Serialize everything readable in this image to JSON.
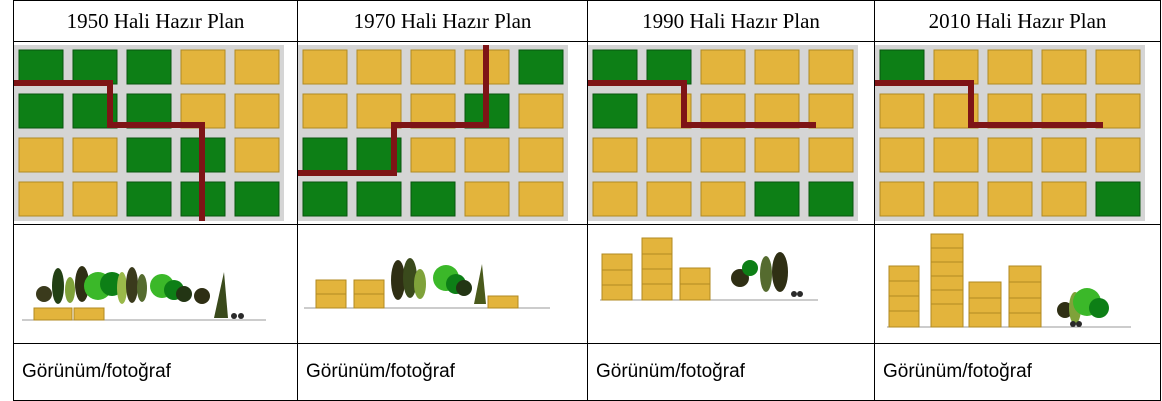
{
  "colors": {
    "built": "#e3b43c",
    "built_edge": "#b08a22",
    "green": "#0d7f16",
    "green_edge": "#07550d",
    "street": "#d5d5d5",
    "road": "#7e1416"
  },
  "panels": [
    {
      "title": "1950 Hali Hazır Plan",
      "caption": "Görünüm/fotoğraf",
      "grid": [
        [
          "G",
          "G",
          "G",
          "Y",
          "Y"
        ],
        [
          "G",
          "G",
          "G",
          "Y",
          "Y"
        ],
        [
          "Y",
          "Y",
          "G",
          "G",
          "Y"
        ],
        [
          "Y",
          "Y",
          "G",
          "G",
          "G"
        ]
      ],
      "road": "nw-se"
    },
    {
      "title": "1970 Hali Hazır Plan",
      "caption": "Görünüm/fotoğraf",
      "grid": [
        [
          "Y",
          "Y",
          "Y",
          "Y",
          "G"
        ],
        [
          "Y",
          "Y",
          "Y",
          "G",
          "Y"
        ],
        [
          "G",
          "G",
          "Y",
          "Y",
          "Y"
        ],
        [
          "G",
          "G",
          "G",
          "Y",
          "Y"
        ]
      ],
      "road": "sw-ne"
    },
    {
      "title": "1990 Hali Hazır Plan",
      "caption": "Görünüm/fotoğraf",
      "grid": [
        [
          "G",
          "G",
          "Y",
          "Y",
          "Y"
        ],
        [
          "G",
          "Y",
          "Y",
          "Y",
          "Y"
        ],
        [
          "Y",
          "Y",
          "Y",
          "Y",
          "Y"
        ],
        [
          "Y",
          "Y",
          "Y",
          "G",
          "G"
        ]
      ],
      "road": "w-e"
    },
    {
      "title": "2010 Hali Hazır Plan",
      "caption": "Görünüm/fotoğraf",
      "grid": [
        [
          "G",
          "Y",
          "Y",
          "Y",
          "Y"
        ],
        [
          "Y",
          "Y",
          "Y",
          "Y",
          "Y"
        ],
        [
          "Y",
          "Y",
          "Y",
          "Y",
          "Y"
        ],
        [
          "Y",
          "Y",
          "Y",
          "Y",
          "G"
        ]
      ],
      "road": "w-e"
    }
  ]
}
